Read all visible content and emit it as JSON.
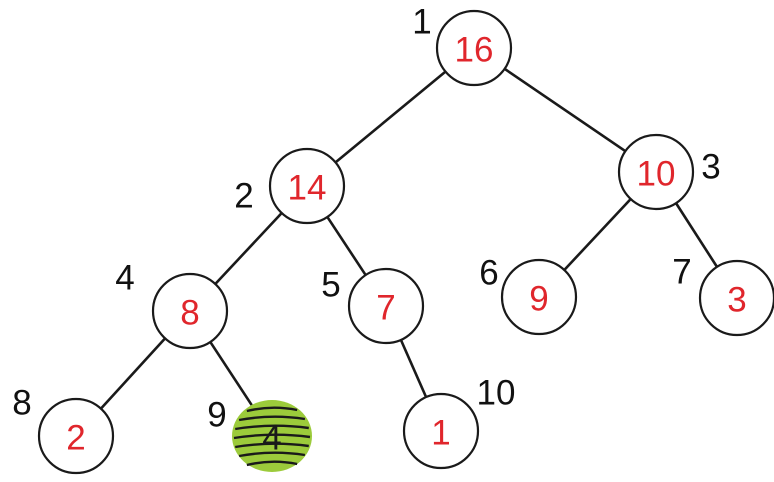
{
  "colors": {
    "value": "#e0262c",
    "index": "#111111",
    "highlight": "#9ccb3b"
  },
  "nodes": [
    {
      "index": "1",
      "value": "16"
    },
    {
      "index": "2",
      "value": "14"
    },
    {
      "index": "3",
      "value": "10"
    },
    {
      "index": "4",
      "value": "8"
    },
    {
      "index": "5",
      "value": "7"
    },
    {
      "index": "6",
      "value": "9"
    },
    {
      "index": "7",
      "value": "3"
    },
    {
      "index": "8",
      "value": "2"
    },
    {
      "index": "9",
      "value": "4",
      "highlighted": true
    },
    {
      "index": "10",
      "value": "1"
    }
  ],
  "edges": [
    [
      "1",
      "2"
    ],
    [
      "1",
      "3"
    ],
    [
      "2",
      "4"
    ],
    [
      "2",
      "5"
    ],
    [
      "3",
      "6"
    ],
    [
      "3",
      "7"
    ],
    [
      "4",
      "8"
    ],
    [
      "4",
      "9"
    ],
    [
      "5",
      "10"
    ]
  ]
}
